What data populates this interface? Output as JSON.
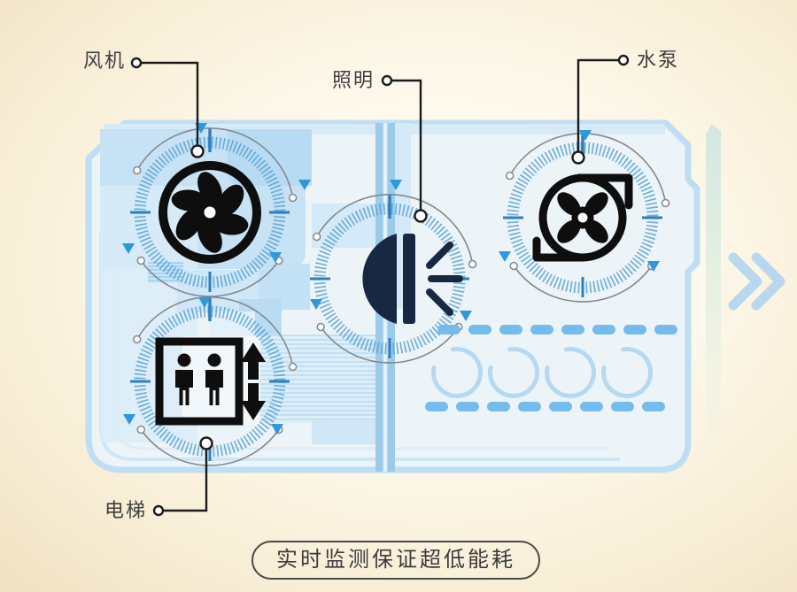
{
  "title": "实时监测保证超低能耗",
  "equipment": [
    {
      "id": "fan",
      "label": "风机",
      "icon": "fan-icon"
    },
    {
      "id": "lighting",
      "label": "照明",
      "icon": "headlight-icon"
    },
    {
      "id": "pump",
      "label": "水泵",
      "icon": "water-pump-icon"
    },
    {
      "id": "elevator",
      "label": "电梯",
      "icon": "elevator-icon"
    }
  ],
  "caption": {
    "text": "实时监测保证超低能耗"
  },
  "decor": {
    "chevron_icon": "double-chevron-right-icon",
    "gauge_marker_icon": "triangle-down-marker-icon"
  },
  "colors": {
    "background_warm": "#f1e1c1",
    "panel_border": "#bfdef3",
    "panel_fill": "#edf4f8",
    "tick_blue": "#5ba3d4",
    "cardinal_blue": "#2e7fc0",
    "marker_blue": "#2f97dd",
    "dash_blue": "#74bbee",
    "ring_blue": "#b5d9f0",
    "chevron_blue": "#b9d8ef",
    "arc_gray": "#83898f",
    "leader_black": "#1b1b1b",
    "icon_black": "#0e0e0e",
    "icon_navy": "#182742",
    "label_text": "#3f3f3f"
  }
}
